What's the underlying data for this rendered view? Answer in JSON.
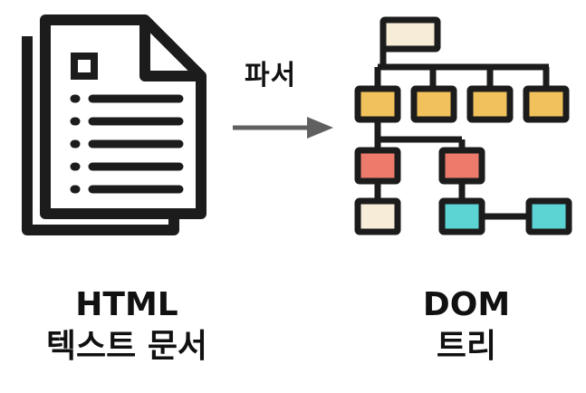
{
  "arrow_label": "파서",
  "left_caption": {
    "line1": "HTML",
    "line2": "텍스트 문서"
  },
  "right_caption": {
    "line1": "DOM",
    "line2": "트리"
  },
  "colors": {
    "outline": "#1c1c1c",
    "root": "#f6ecd8",
    "level1": "#f1c15b",
    "level2": "#ec7b6c",
    "leaf_plain": "#f6ecd8",
    "leaf_cyan": "#5dd4d4",
    "arrow": "#606060"
  },
  "icons": [
    "document-stack-icon",
    "arrow-right-icon",
    "tree-diagram-icon"
  ]
}
